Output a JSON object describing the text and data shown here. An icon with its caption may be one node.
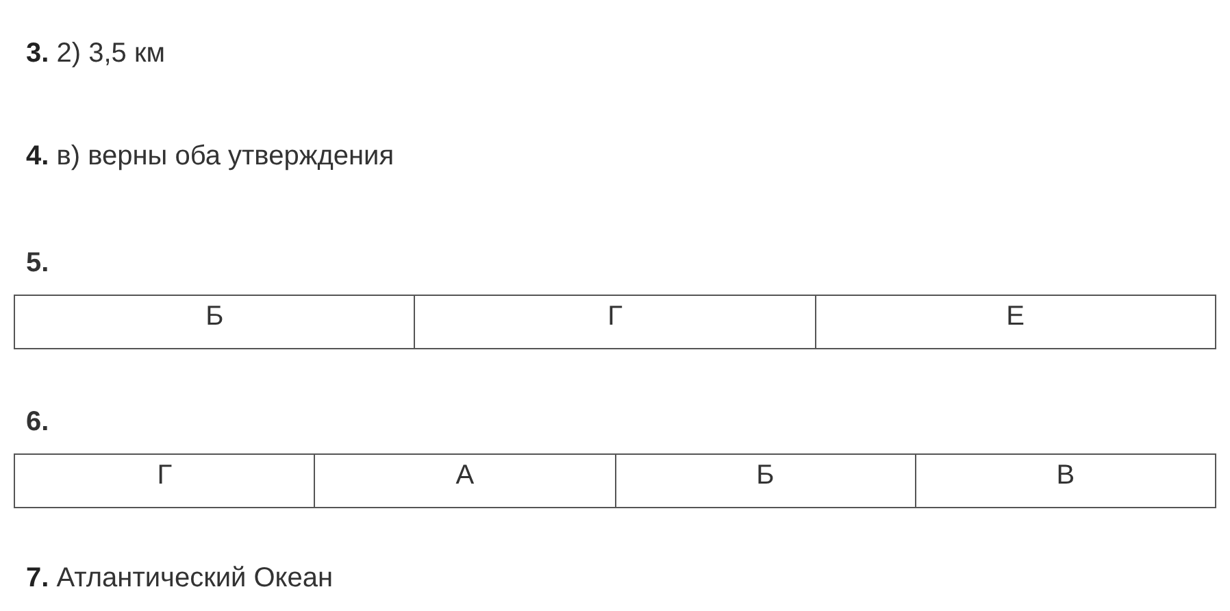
{
  "diagram": {
    "labels": [
      "**3.** 2) 3,5 км",
      "**4.** в) верны оба утверждения",
      "5.",
      "Б",
      "Г",
      "Е",
      "6.",
      "Г",
      "А",
      "Б",
      "В",
      "**7.** Атлантический Океан"
    ]
  }
}
